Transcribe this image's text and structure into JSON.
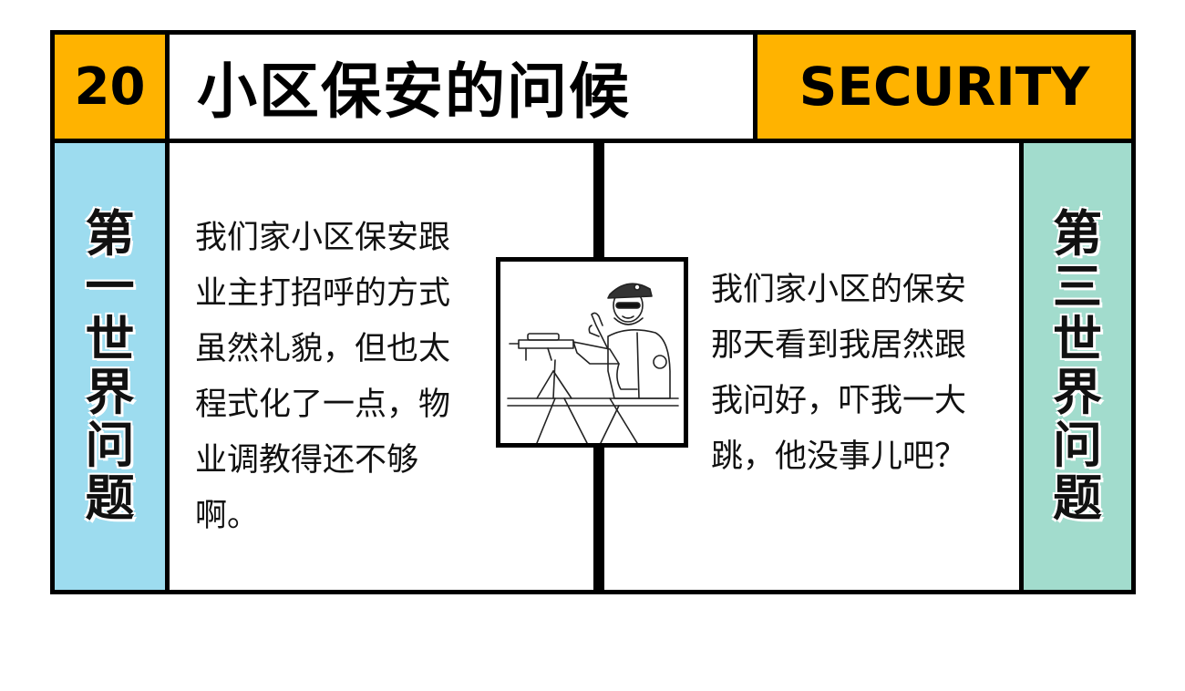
{
  "header": {
    "number": "20",
    "title": "小区保安的问候",
    "english": "SECURITY"
  },
  "left_side": {
    "label_chars": [
      "第",
      "一",
      "世",
      "界",
      "问",
      "题"
    ]
  },
  "right_side": {
    "label_chars": [
      "第",
      "三",
      "世",
      "界",
      "问",
      "题"
    ]
  },
  "left_panel": {
    "lines": [
      "我们家小区保安跟",
      "业主打招呼的方式",
      "虽然礼貌，但也太",
      "程式化了一点，物",
      "业调教得还不够",
      "啊。"
    ]
  },
  "right_panel": {
    "lines": [
      "我们家小区的保安",
      "那天看到我居然跟",
      "我问好，吓我一大",
      "跳，他没事儿吧？"
    ]
  },
  "colors": {
    "accent_yellow": "#FFB300",
    "left_blue": "#9DDCEF",
    "right_teal": "#A2DCCD"
  },
  "illustration": {
    "icon": "security-guard-with-rifle-icon"
  }
}
